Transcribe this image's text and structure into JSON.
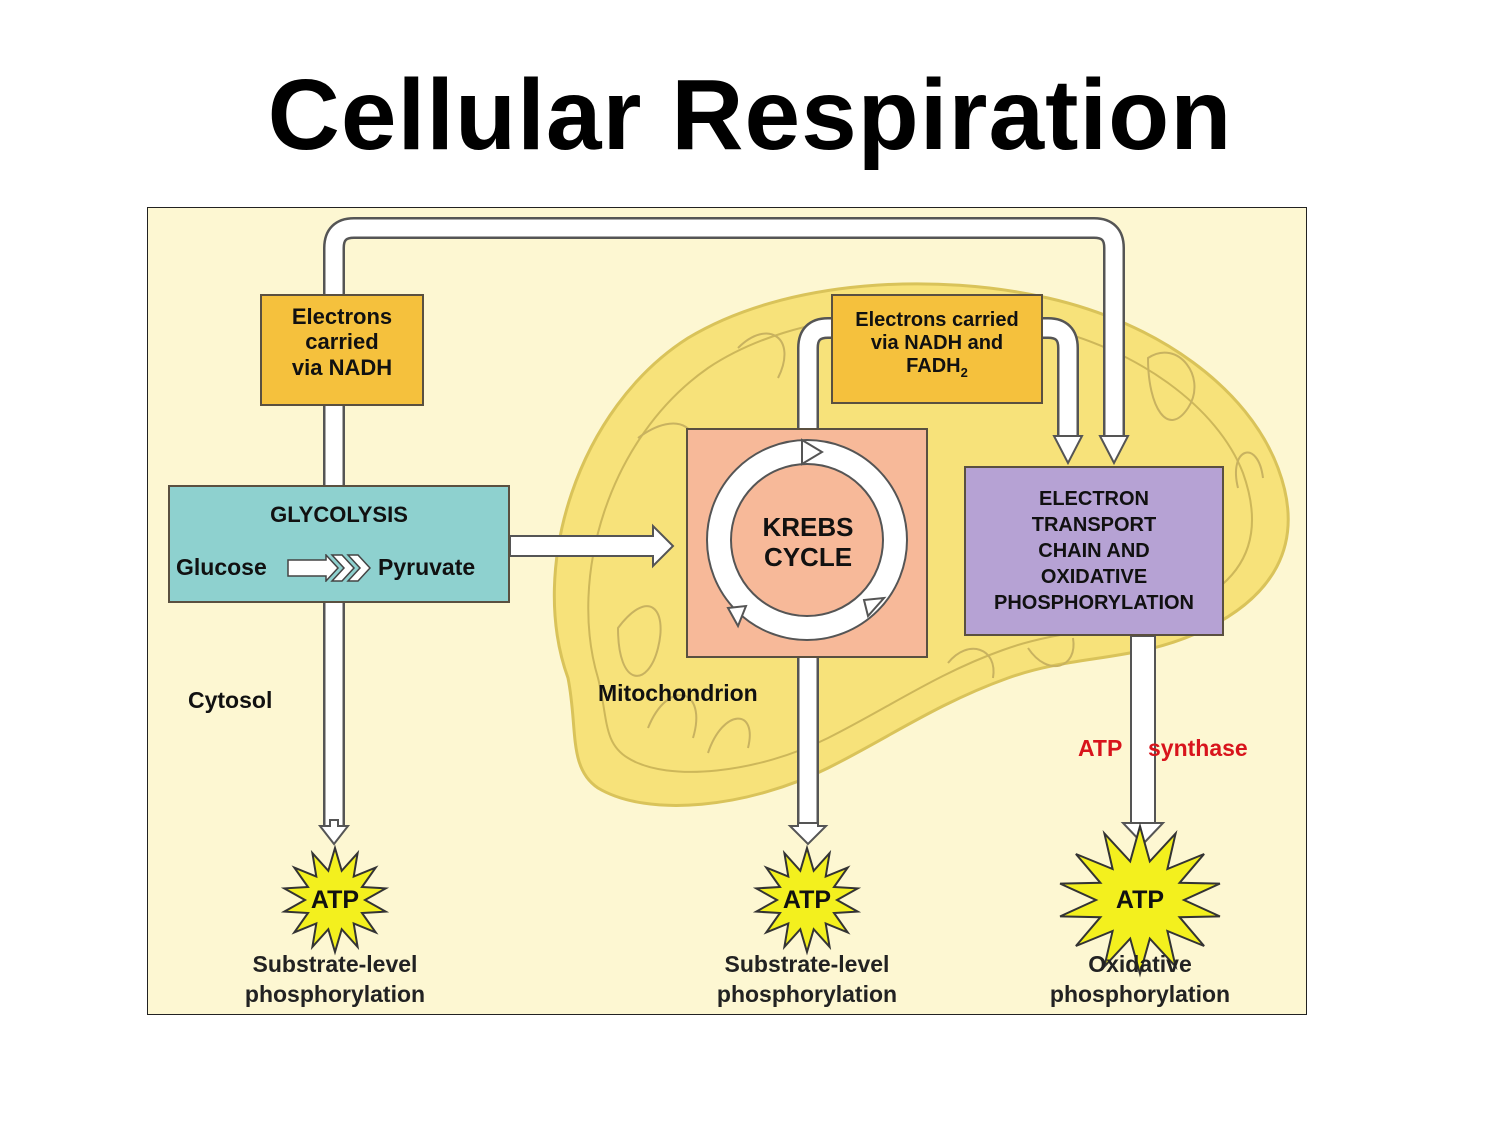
{
  "title": "Cellular Respiration",
  "colors": {
    "background": "#fdf7d2",
    "mitochondrion": "#f7e27a",
    "carrier_box": "#f5c13d",
    "glycolysis_box": "#8ed1cf",
    "krebs_box": "#f7b999",
    "etc_box": "#b6a2d4",
    "atp_burst": "#f3f01e",
    "atp_synthase_label": "#d8141c"
  },
  "regions": {
    "cytosol": "Cytosol",
    "mitochondrion": "Mitochondrion"
  },
  "carriers": {
    "glycolysis_carrier": [
      "Electrons",
      "carried",
      "via NADH"
    ],
    "krebs_carrier": {
      "line1": "Electrons carried",
      "line2": "via NADH and",
      "line3_main": "FADH",
      "line3_sub": "2"
    }
  },
  "stages": {
    "glycolysis": {
      "heading": "GLYCOLYSIS",
      "input": "Glucose",
      "output": "Pyruvate"
    },
    "krebs": [
      "KREBS",
      "CYCLE"
    ],
    "etc": [
      "ELECTRON",
      "TRANSPORT",
      "CHAIN AND",
      "OXIDATIVE",
      "PHOSPHORYLATION"
    ]
  },
  "atp_synthase": {
    "part1": "ATP",
    "part2": "synthase"
  },
  "outputs": [
    {
      "badge": "ATP",
      "caption": [
        "Substrate-level",
        "phosphorylation"
      ]
    },
    {
      "badge": "ATP",
      "caption": [
        "Substrate-level",
        "phosphorylation"
      ]
    },
    {
      "badge": "ATP",
      "caption": [
        "Oxidative",
        "phosphorylation"
      ]
    }
  ]
}
